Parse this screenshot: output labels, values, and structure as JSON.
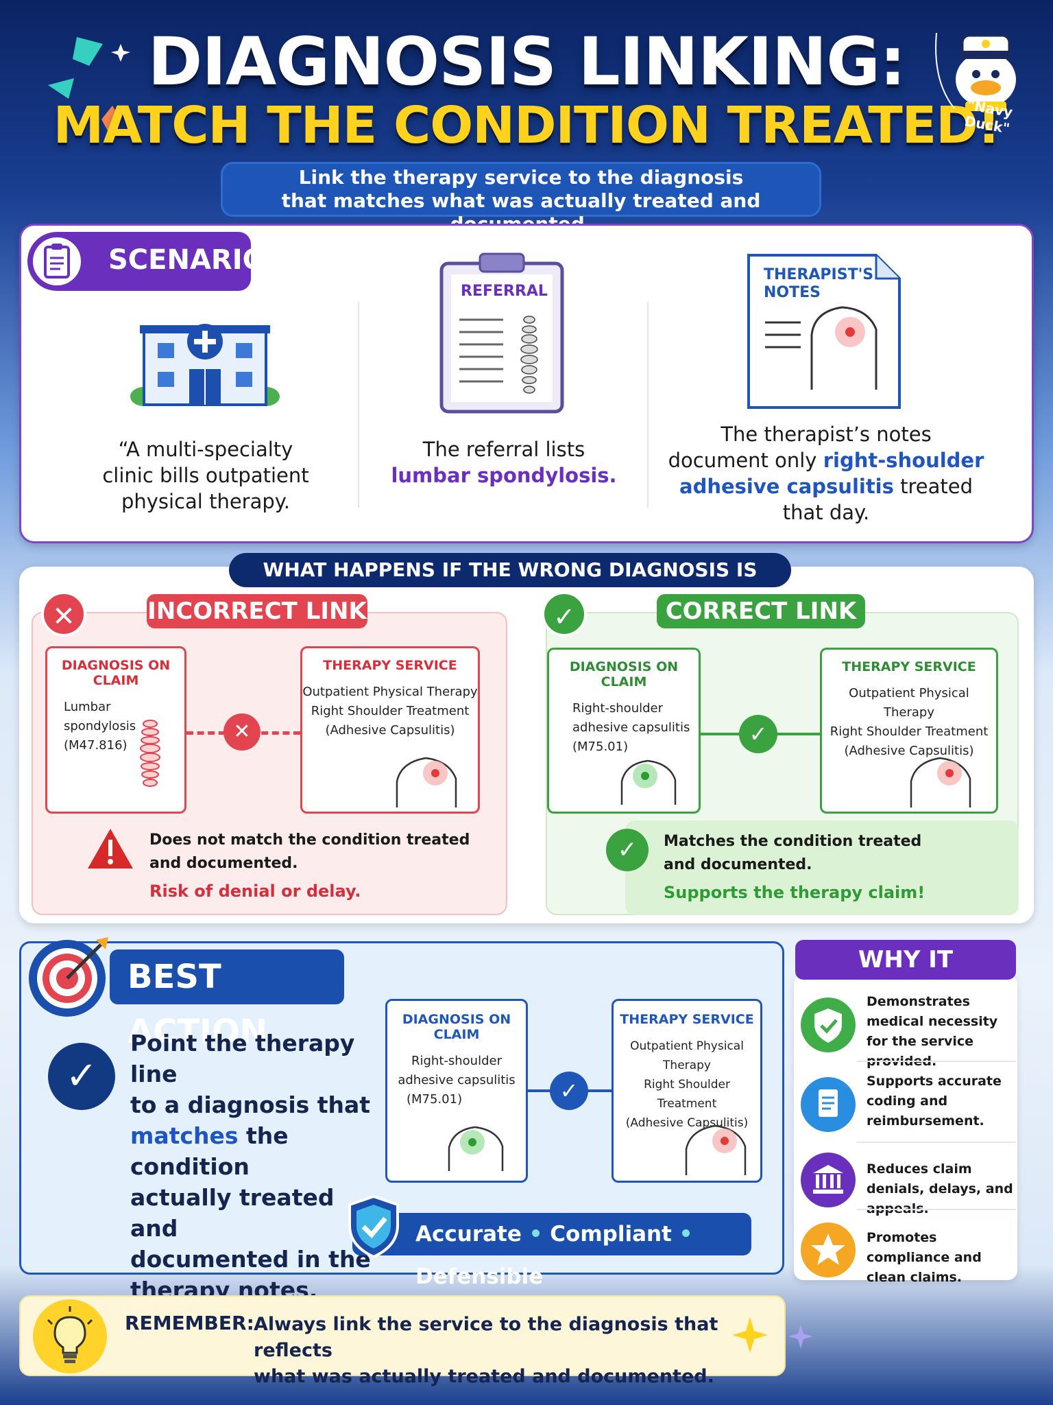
{
  "header": {
    "title_line1": "DIAGNOSIS LINKING:",
    "title_line2": "MATCH THE CONDITION TREATED!",
    "subtitle_line1": "Link the therapy service to the diagnosis",
    "subtitle_line2": "that matches what was actually treated and documented.",
    "mascot_label": "\"Navy Duck\""
  },
  "scenario": {
    "badge": "SCENARIO",
    "col1": {
      "line1": "“A multi-specialty",
      "line2": "clinic bills outpatient",
      "line3": "physical therapy."
    },
    "col2": {
      "doc_title": "REFERRAL",
      "line1": "The referral lists",
      "highlight": "lumbar spondylosis."
    },
    "col3": {
      "doc_title_1": "THERAPIST'S",
      "doc_title_2": "NOTES",
      "line1": "The therapist’s notes",
      "line2_pre": "document only ",
      "line2_hl": "right-shoulder",
      "line3_hl": "adhesive capsulitis",
      "line3_post": " treated",
      "line4": "that day."
    }
  },
  "wrong": {
    "bar": "WHAT HAPPENS IF THE WRONG DIAGNOSIS IS LINKED?",
    "incorrect": {
      "label": "INCORRECT LINK",
      "diag_title": "DIAGNOSIS ON CLAIM",
      "diag_line1": "Lumbar spondylosis",
      "diag_line2": "(M47.816)",
      "svc_title": "THERAPY SERVICE",
      "svc_line1": "Outpatient Physical Therapy",
      "svc_line2": "Right Shoulder Treatment",
      "svc_line3": "(Adhesive Capsulitis)",
      "note_line1": "Does not match the condition treated",
      "note_line2": "and documented.",
      "note_warn": "Risk of denial or delay."
    },
    "correct": {
      "label": "CORRECT LINK",
      "diag_title": "DIAGNOSIS ON CLAIM",
      "diag_line1": "Right-shoulder",
      "diag_line2": "adhesive capsulitis",
      "diag_line3": "(M75.01)",
      "svc_title": "THERAPY SERVICE",
      "svc_line1": "Outpatient Physical Therapy",
      "svc_line2": "Right Shoulder Treatment",
      "svc_line3": "(Adhesive Capsulitis)",
      "note_line1": "Matches the condition treated",
      "note_line2": "and documented.",
      "note_ok": "Supports the therapy claim!"
    }
  },
  "best": {
    "badge": "BEST ACTION",
    "text_1": "Point the therapy line",
    "text_2": "to a diagnosis that",
    "text_3_hl": "matches",
    "text_3_post": " the condition",
    "text_4": "actually treated and",
    "text_5": "documented in the",
    "text_6": "therapy notes.",
    "diag_title": "DIAGNOSIS ON CLAIM",
    "diag_line1": "Right-shoulder",
    "diag_line2": "adhesive capsulitis",
    "diag_line3": "(M75.01)",
    "svc_title": "THERAPY SERVICE",
    "svc_line1": "Outpatient Physical Therapy",
    "svc_line2": "Right Shoulder Treatment",
    "svc_line3": "(Adhesive Capsulitis)",
    "tag_1": "Accurate",
    "tag_sep": " • ",
    "tag_2": "Compliant",
    "tag_3": "Defensible"
  },
  "why": {
    "badge": "WHY IT MATTERS",
    "items": [
      {
        "text": "Demonstrates medical necessity for the service provided.",
        "icon": "shield-check-icon",
        "color": "#3fae49"
      },
      {
        "text": "Supports accurate coding and reimbursement.",
        "icon": "document-icon",
        "color": "#2a8ee0"
      },
      {
        "text": "Reduces claim denials, delays, and appeals.",
        "icon": "bank-icon",
        "color": "#6a2fbd"
      },
      {
        "text": "Promotes compliance and clean claims.",
        "icon": "star-icon",
        "color": "#f5a623"
      }
    ]
  },
  "remember": {
    "label": "REMEMBER:",
    "line1": "Always link the service to the diagnosis that reflects",
    "line2": "what was actually treated and documented."
  },
  "colors": {
    "navy": "#0d2a6e",
    "purple": "#6a2fbd",
    "red": "#e2454f",
    "green": "#3aa33f",
    "yellow": "#ffd21e",
    "blue": "#1f55c0"
  }
}
